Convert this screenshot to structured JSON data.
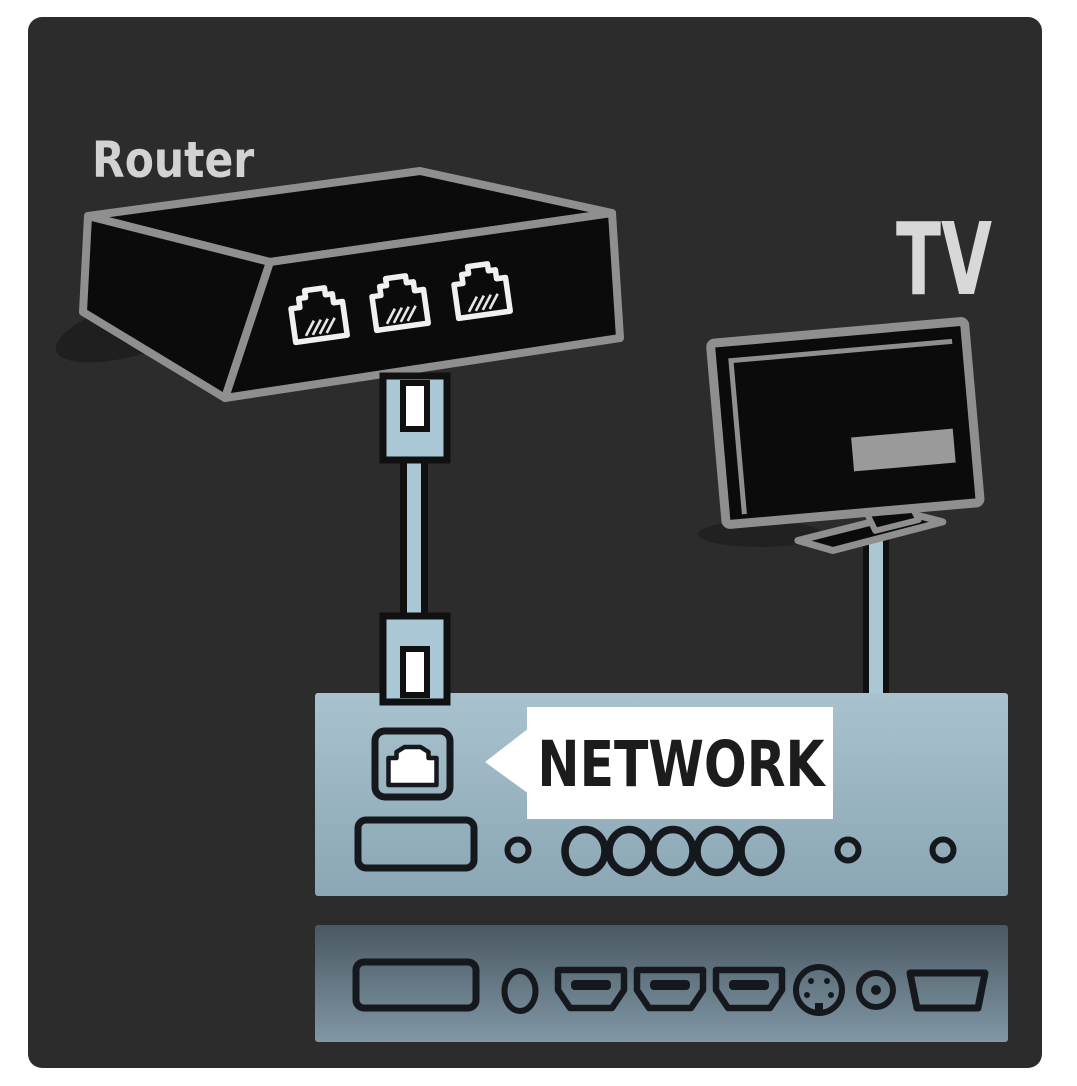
{
  "diagram": {
    "router_label": "Router",
    "tv_label": "TV",
    "network_label": "NETWORK"
  },
  "colors": {
    "background": "#ffffff",
    "card": "#2c2c2c",
    "outline_gray": "#8f8f8f",
    "device_fill": "#0b0b0b",
    "label_gray": "#d2d2d2",
    "cable_blue": "#a9c7d5",
    "plug_white": "#ffffff",
    "panel_top_gradient_start": "#a8c2ce",
    "panel_top_gradient_end": "#8ba6b4",
    "panel_bottom_gradient_start": "#4a5862",
    "panel_bottom_gradient_end": "#8097a5",
    "port_outline": "#15181c",
    "callout_bg": "#ffffff",
    "callout_text": "#1c1c1c"
  },
  "icons": {
    "router": "router-box-icon",
    "router_ports": "rj45-jack-icon",
    "tv": "flat-screen-tv-icon",
    "ethernet_cable": "ethernet-cable-icon",
    "network_port": "ethernet-port-icon",
    "scart_slot": "wide-slot-port-icon",
    "round_ports": "round-port-icon",
    "hdmi": "hdmi-port-icon",
    "svideo": "svideo-port-icon",
    "rca": "rca-port-icon",
    "dsub": "trapezoid-port-icon"
  }
}
